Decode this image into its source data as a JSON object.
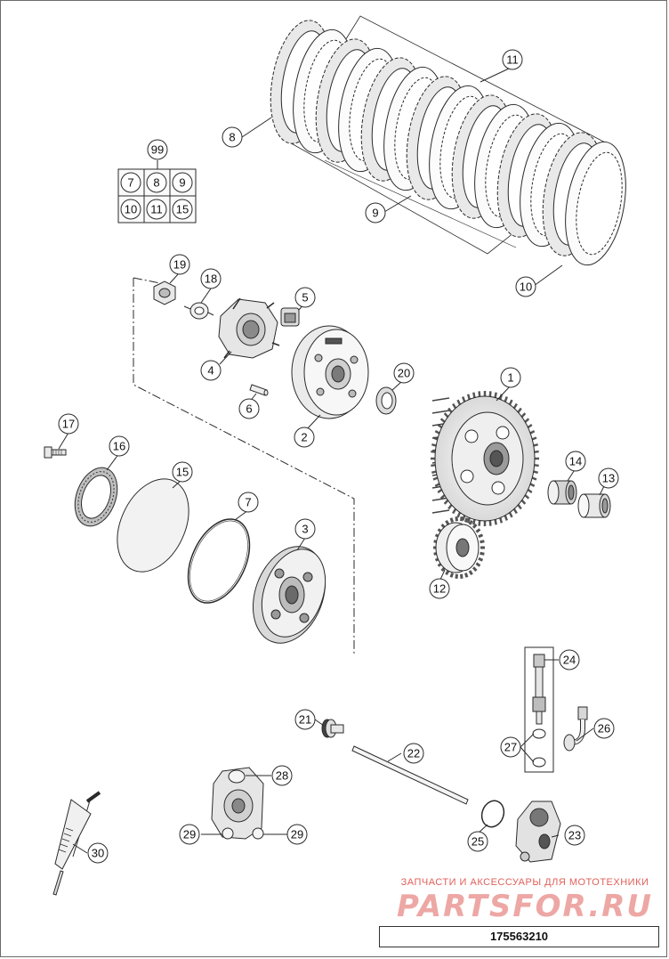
{
  "diagram": {
    "callouts": [
      "1",
      "2",
      "3",
      "4",
      "5",
      "6",
      "7",
      "8",
      "9",
      "10",
      "11",
      "12",
      "13",
      "14",
      "15",
      "16",
      "17",
      "18",
      "19",
      "20",
      "21",
      "22",
      "23",
      "24",
      "25",
      "26",
      "27",
      "28",
      "29",
      "30"
    ],
    "kit": {
      "label": "99",
      "contents": [
        "7",
        "8",
        "9",
        "10",
        "11",
        "15"
      ]
    },
    "drawing_number": "175563210"
  },
  "watermark": {
    "tagline": "ЗАПЧАСТИ И АКСЕССУАРЫ ДЛЯ МОТОТЕХНИКИ",
    "logo": "PARTSFOR.RU",
    "color": "#e0605a"
  },
  "colors": {
    "line": "#2a2a2a",
    "part_fill": "#f4f4f4",
    "part_shade": "#bdbdbd",
    "dark": "#555555"
  }
}
